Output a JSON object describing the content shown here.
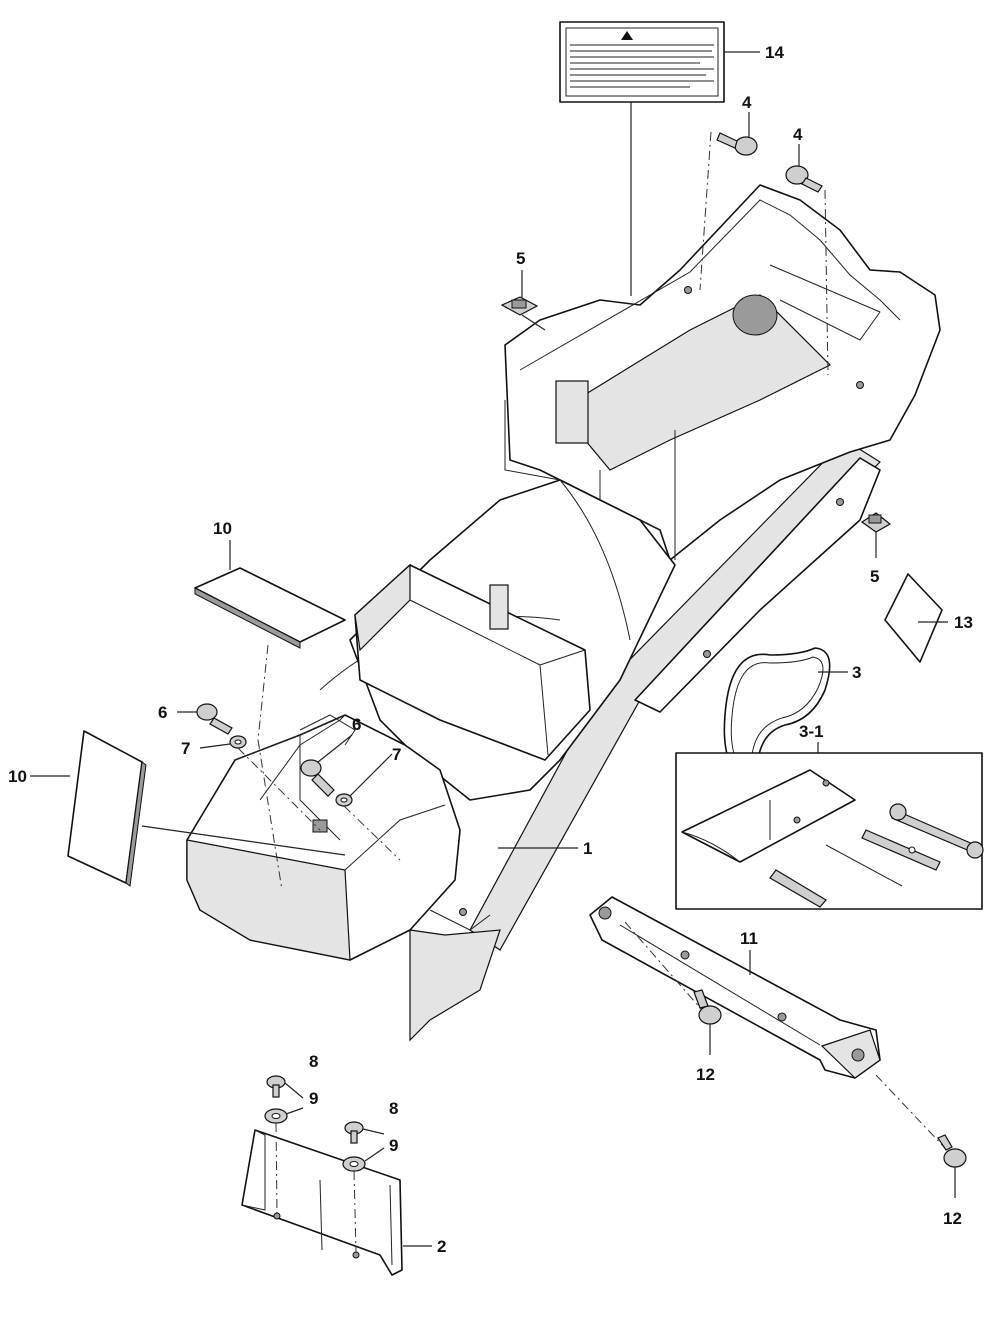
{
  "callouts": {
    "p1": "1",
    "p2": "2",
    "p3": "3",
    "p3_1": "3-1",
    "p4_a": "4",
    "p4_b": "4",
    "p5_a": "5",
    "p5_b": "5",
    "p6_a": "6",
    "p6_b": "6",
    "p7_a": "7",
    "p7_b": "7",
    "p8_a": "8",
    "p8_b": "8",
    "p9_a": "9",
    "p9_b": "9",
    "p10_a": "10",
    "p10_b": "10",
    "p11": "11",
    "p12_a": "12",
    "p12_b": "12",
    "p13": "13",
    "p14": "14"
  },
  "colors": {
    "line": "#111111",
    "fill": "#ffffff",
    "shade": "#e4e4e4"
  }
}
